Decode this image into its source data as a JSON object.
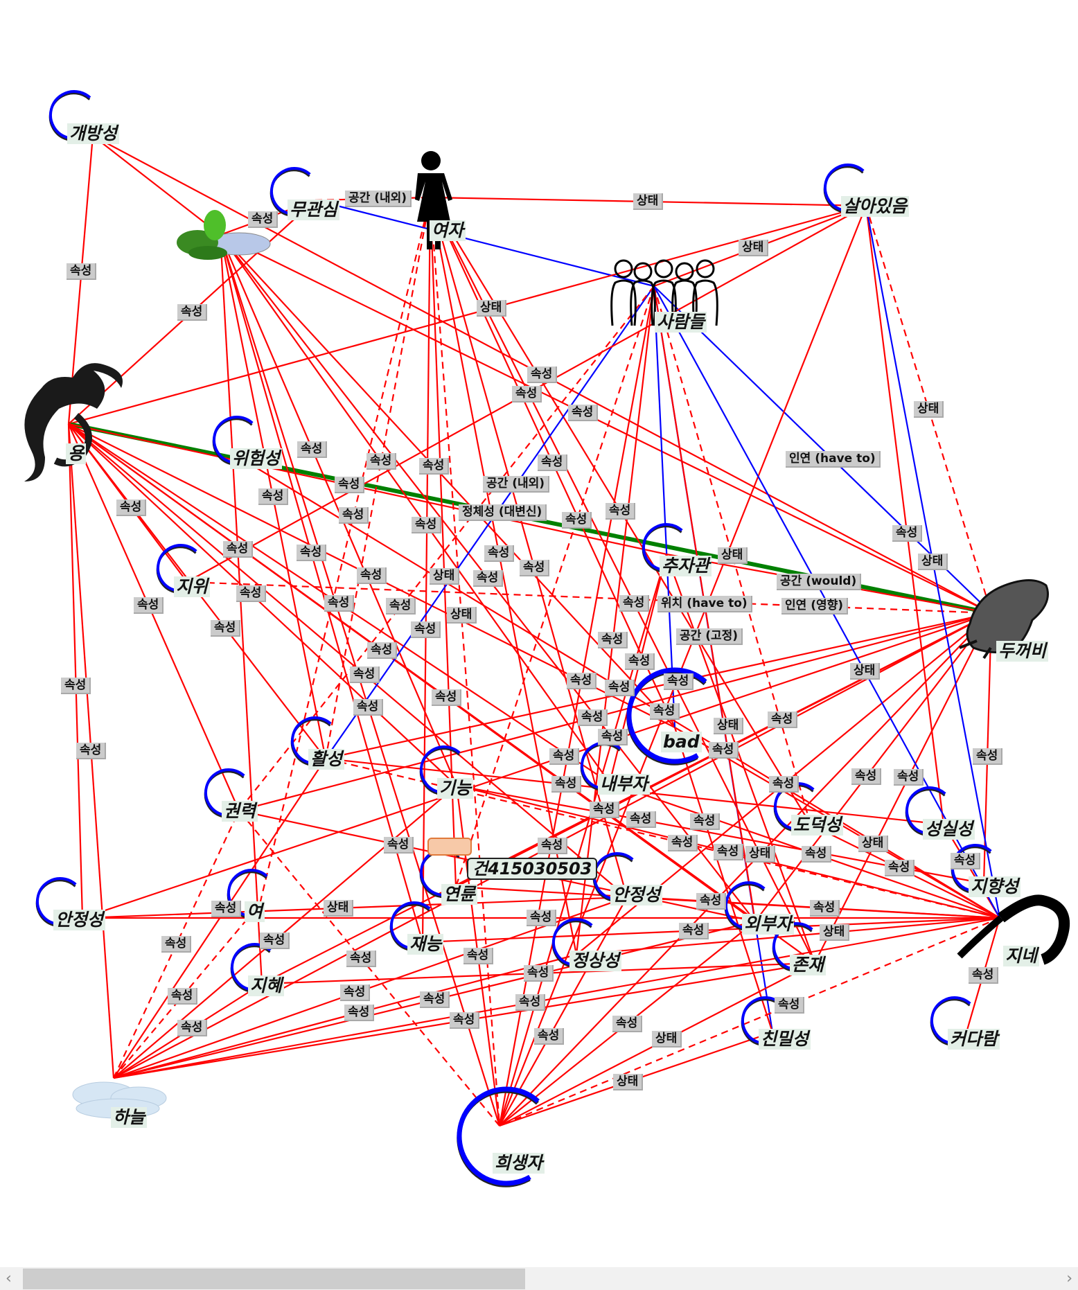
{
  "colors": {
    "attribute_edge": "#ff0000",
    "space_edge": "#0000ff",
    "identity_edge": "#008000",
    "circle_arc": "#0000ff",
    "edge_label_bg": "#cbcbcb",
    "node_label_bg": "#e3efe7"
  },
  "nodes": [
    {
      "id": "A",
      "label": "개방성",
      "kind": "circle"
    },
    {
      "id": "B",
      "label": "무관심",
      "kind": "circle"
    },
    {
      "id": "C",
      "label": "여자",
      "kind": "woman-icon"
    },
    {
      "id": "D",
      "label": "살아있음",
      "kind": "circle"
    },
    {
      "id": "E",
      "label": "사람들",
      "kind": "people-icon"
    },
    {
      "id": "F",
      "label": "",
      "kind": "garden-icon"
    },
    {
      "id": "G",
      "label": "용",
      "kind": "dragon-icon"
    },
    {
      "id": "H",
      "label": "위험성",
      "kind": "circle"
    },
    {
      "id": "I",
      "label": "두꺼비",
      "kind": "toad-icon"
    },
    {
      "id": "J",
      "label": "지위",
      "kind": "circle"
    },
    {
      "id": "K",
      "label": "추자관",
      "kind": "circle"
    },
    {
      "id": "L",
      "label": "bad",
      "kind": "big-circle"
    },
    {
      "id": "M",
      "label": "활성",
      "kind": "circle"
    },
    {
      "id": "N",
      "label": "기능",
      "kind": "circle"
    },
    {
      "id": "O",
      "label": "내부자",
      "kind": "circle"
    },
    {
      "id": "P",
      "label": "도덕성",
      "kind": "circle"
    },
    {
      "id": "Q",
      "label": "성실성",
      "kind": "circle"
    },
    {
      "id": "R",
      "label": "권력",
      "kind": "circle"
    },
    {
      "id": "S",
      "label": "연륜",
      "kind": "circle"
    },
    {
      "id": "T",
      "label": "안정성",
      "kind": "circle"
    },
    {
      "id": "U",
      "label": "지향성",
      "kind": "circle"
    },
    {
      "id": "V",
      "label": "지네",
      "kind": "centipede-icon"
    },
    {
      "id": "W",
      "label": "안정성",
      "kind": "circle"
    },
    {
      "id": "X",
      "label": "여",
      "kind": "circle"
    },
    {
      "id": "Y",
      "label": "외부자",
      "kind": "circle"
    },
    {
      "id": "Z",
      "label": "재능",
      "kind": "circle"
    },
    {
      "id": "AA",
      "label": "정상성",
      "kind": "circle"
    },
    {
      "id": "AB",
      "label": "존재",
      "kind": "circle"
    },
    {
      "id": "AC",
      "label": "지혜",
      "kind": "circle"
    },
    {
      "id": "AD",
      "label": "친밀성",
      "kind": "circle"
    },
    {
      "id": "AE",
      "label": "커다람",
      "kind": "circle"
    },
    {
      "id": "AF",
      "label": "하늘",
      "kind": "cloud-icon"
    },
    {
      "id": "AG",
      "label": "희생자",
      "kind": "big-circle"
    }
  ],
  "code_label": "건415030503",
  "edges": [
    {
      "s": "A",
      "t": "G",
      "label": "속성",
      "style": "solid"
    },
    {
      "s": "A",
      "t": "F",
      "label": "",
      "style": "solid"
    },
    {
      "s": "A",
      "t": "I",
      "label": "속성",
      "style": "solid"
    },
    {
      "s": "F",
      "t": "B",
      "label": "속성",
      "style": "solid"
    },
    {
      "s": "B",
      "t": "C",
      "label": "공간 (내외)",
      "style": "dashed"
    },
    {
      "s": "C",
      "t": "D",
      "label": "상태",
      "style": "solid"
    },
    {
      "s": "B",
      "t": "E",
      "label": "",
      "style": "blue"
    },
    {
      "s": "G",
      "t": "D",
      "label": "상태",
      "style": "solid"
    },
    {
      "s": "G",
      "t": "I",
      "label": "정체성 (대변신)",
      "style": "green"
    },
    {
      "s": "G",
      "t": "B",
      "label": "속성",
      "style": "solid"
    },
    {
      "s": "G",
      "t": "J",
      "label": "속성",
      "style": "solid"
    },
    {
      "s": "G",
      "t": "K",
      "label": "속성",
      "style": "solid"
    },
    {
      "s": "G",
      "t": "L",
      "label": "속성",
      "style": "solid"
    },
    {
      "s": "G",
      "t": "M",
      "label": "속성",
      "style": "solid"
    },
    {
      "s": "G",
      "t": "N",
      "label": "속성",
      "style": "solid"
    },
    {
      "s": "G",
      "t": "O",
      "label": "속성",
      "style": "solid"
    },
    {
      "s": "G",
      "t": "T",
      "label": "속성",
      "style": "solid"
    },
    {
      "s": "G",
      "t": "Y",
      "label": "속성",
      "style": "solid"
    },
    {
      "s": "G",
      "t": "AF",
      "label": "속성",
      "style": "solid"
    },
    {
      "s": "G",
      "t": "W",
      "label": "속성",
      "style": "solid"
    },
    {
      "s": "G",
      "t": "R",
      "label": "속성",
      "style": "solid"
    },
    {
      "s": "G",
      "t": "AB",
      "label": "속성",
      "style": "solid"
    },
    {
      "s": "F",
      "t": "AG",
      "label": "속성",
      "style": "solid"
    },
    {
      "s": "F",
      "t": "L",
      "label": "속성",
      "style": "solid"
    },
    {
      "s": "F",
      "t": "Y",
      "label": "속성",
      "style": "solid"
    },
    {
      "s": "F",
      "t": "O",
      "label": "속성",
      "style": "solid"
    },
    {
      "s": "F",
      "t": "N",
      "label": "속성",
      "style": "solid"
    },
    {
      "s": "F",
      "t": "AC",
      "label": "속성",
      "style": "solid"
    },
    {
      "s": "F",
      "t": "Z",
      "label": "속성",
      "style": "solid"
    },
    {
      "s": "F",
      "t": "I",
      "label": "속성",
      "style": "solid"
    },
    {
      "s": "F",
      "t": "M",
      "label": "속성",
      "style": "solid"
    },
    {
      "s": "C",
      "t": "AG",
      "label": "상태",
      "style": "dashed"
    },
    {
      "s": "C",
      "t": "AA",
      "label": "속성",
      "style": "solid"
    },
    {
      "s": "C",
      "t": "L",
      "label": "속성",
      "style": "solid"
    },
    {
      "s": "C",
      "t": "T",
      "label": "속성",
      "style": "solid"
    },
    {
      "s": "C",
      "t": "S",
      "label": "상태",
      "style": "solid"
    },
    {
      "s": "C",
      "t": "Z",
      "label": "속성",
      "style": "solid"
    },
    {
      "s": "C",
      "t": "AB",
      "label": "속성",
      "style": "solid"
    },
    {
      "s": "C",
      "t": "M",
      "label": "속성",
      "style": "dashed"
    },
    {
      "s": "C",
      "t": "P",
      "label": "속성",
      "style": "solid"
    },
    {
      "s": "C",
      "t": "X",
      "label": "속성",
      "style": "dashed"
    },
    {
      "s": "E",
      "t": "D",
      "label": "상태",
      "style": "solid"
    },
    {
      "s": "E",
      "t": "M",
      "label": "공간 (내외)",
      "style": "blue"
    },
    {
      "s": "E",
      "t": "I",
      "label": "인연 (have to)",
      "style": "blue"
    },
    {
      "s": "E",
      "t": "L",
      "label": "",
      "style": "blue"
    },
    {
      "s": "E",
      "t": "AD",
      "label": "공간 (고정)",
      "style": "blue"
    },
    {
      "s": "E",
      "t": "Y",
      "label": "위치 (have to)",
      "style": "solid"
    },
    {
      "s": "E",
      "t": "AA",
      "label": "속성",
      "style": "solid"
    },
    {
      "s": "E",
      "t": "S",
      "label": "속성",
      "style": "dashed"
    },
    {
      "s": "E",
      "t": "P",
      "label": "상태",
      "style": "dashed"
    },
    {
      "s": "E",
      "t": "R",
      "label": "속성",
      "style": "dashed"
    },
    {
      "s": "E",
      "t": "AG",
      "label": "속성",
      "style": "solid"
    },
    {
      "s": "D",
      "t": "I",
      "label": "상태",
      "style": "dashed"
    },
    {
      "s": "D",
      "t": "Q",
      "label": "속성",
      "style": "solid"
    },
    {
      "s": "D",
      "t": "AG",
      "label": "속성",
      "style": "solid"
    },
    {
      "s": "D",
      "t": "J",
      "label": "속성",
      "style": "solid"
    },
    {
      "s": "I",
      "t": "K",
      "label": "공간 (would)",
      "style": "solid"
    },
    {
      "s": "I",
      "t": "W",
      "label": "속성",
      "style": "solid"
    },
    {
      "s": "I",
      "t": "AF",
      "label": "속성",
      "style": "solid"
    },
    {
      "s": "I",
      "t": "R",
      "label": "속성",
      "style": "solid"
    },
    {
      "s": "I",
      "t": "AG",
      "label": "상태",
      "style": "solid"
    },
    {
      "s": "I",
      "t": "S",
      "label": "속성",
      "style": "solid"
    },
    {
      "s": "I",
      "t": "AC",
      "label": "속성",
      "style": "solid"
    },
    {
      "s": "I",
      "t": "AB",
      "label": "속성",
      "style": "solid"
    },
    {
      "s": "I",
      "t": "J",
      "label": "인연 (영향)",
      "style": "dashed"
    },
    {
      "s": "I",
      "t": "U",
      "label": "속성",
      "style": "solid"
    },
    {
      "s": "I",
      "t": "M",
      "label": "속성",
      "style": "solid"
    },
    {
      "s": "I",
      "t": "AA",
      "label": "속성",
      "style": "solid"
    },
    {
      "s": "I",
      "t": "Y",
      "label": "속성",
      "style": "solid"
    },
    {
      "s": "V",
      "t": "O",
      "label": "속성",
      "style": "solid"
    },
    {
      "s": "V",
      "t": "W",
      "label": "속성",
      "style": "solid"
    },
    {
      "s": "V",
      "t": "AF",
      "label": "속성",
      "style": "solid"
    },
    {
      "s": "V",
      "t": "L",
      "label": "상태",
      "style": "solid"
    },
    {
      "s": "V",
      "t": "N",
      "label": "속성",
      "style": "solid"
    },
    {
      "s": "V",
      "t": "Z",
      "label": "속성",
      "style": "solid"
    },
    {
      "s": "V",
      "t": "AA",
      "label": "상태",
      "style": "solid"
    },
    {
      "s": "V",
      "t": "AE",
      "label": "속성",
      "style": "solid"
    },
    {
      "s": "V",
      "t": "Q",
      "label": "속성",
      "style": "solid"
    },
    {
      "s": "V",
      "t": "E",
      "label": "상태",
      "style": "blue"
    },
    {
      "s": "V",
      "t": "H",
      "label": "속성",
      "style": "solid"
    },
    {
      "s": "V",
      "t": "S",
      "label": "속성",
      "style": "solid"
    },
    {
      "s": "V",
      "t": "T",
      "label": "속성",
      "style": "solid"
    },
    {
      "s": "V",
      "t": "AG",
      "label": "속성",
      "style": "dashed"
    },
    {
      "s": "V",
      "t": "P",
      "label": "속성",
      "style": "solid"
    },
    {
      "s": "V",
      "t": "M",
      "label": "속성",
      "style": "dashed"
    },
    {
      "s": "V",
      "t": "D",
      "label": "상태",
      "style": "blue"
    },
    {
      "s": "AF",
      "t": "M",
      "label": "속성",
      "style": "solid"
    },
    {
      "s": "AF",
      "t": "N",
      "label": "속성",
      "style": "solid"
    },
    {
      "s": "AF",
      "t": "AB",
      "label": "속성",
      "style": "solid"
    },
    {
      "s": "AF",
      "t": "AA",
      "label": "속성",
      "style": "solid"
    },
    {
      "s": "AF",
      "t": "T",
      "label": "속성",
      "style": "solid"
    },
    {
      "s": "AF",
      "t": "R",
      "label": "속성",
      "style": "dashed"
    },
    {
      "s": "AF",
      "t": "AC",
      "label": "속성",
      "style": "solid"
    },
    {
      "s": "AF",
      "t": "X",
      "label": "속성",
      "style": "dashed"
    },
    {
      "s": "AF",
      "t": "Y",
      "label": "속성",
      "style": "solid"
    },
    {
      "s": "AG",
      "t": "AB",
      "label": "상태",
      "style": "solid"
    },
    {
      "s": "AG",
      "t": "T",
      "label": "속성",
      "style": "solid"
    },
    {
      "s": "AG",
      "t": "N",
      "label": "속성",
      "style": "solid"
    },
    {
      "s": "AG",
      "t": "R",
      "label": "속성",
      "style": "dashed"
    },
    {
      "s": "AG",
      "t": "AD",
      "label": "상태",
      "style": "solid"
    },
    {
      "s": "AG",
      "t": "Y",
      "label": "속성",
      "style": "solid"
    },
    {
      "s": "AG",
      "t": "K",
      "label": "속성",
      "style": "solid"
    },
    {
      "s": "K",
      "t": "O",
      "label": "속성",
      "style": "solid"
    },
    {
      "s": "K",
      "t": "AB",
      "label": "상태",
      "style": "solid"
    },
    {
      "s": "L",
      "t": "AD",
      "label": "속성",
      "style": "solid"
    },
    {
      "s": "W",
      "t": "T",
      "label": "상태",
      "style": "solid"
    },
    {
      "s": "AC",
      "t": "AB",
      "label": "속성",
      "style": "solid"
    },
    {
      "s": "R",
      "t": "Y",
      "label": "속성",
      "style": "solid"
    },
    {
      "s": "M",
      "t": "Q",
      "label": "속성",
      "style": "solid"
    },
    {
      "s": "N",
      "t": "U",
      "label": "속성",
      "style": "solid"
    },
    {
      "s": "S",
      "t": "I",
      "label": "속성",
      "style": "solid"
    }
  ]
}
